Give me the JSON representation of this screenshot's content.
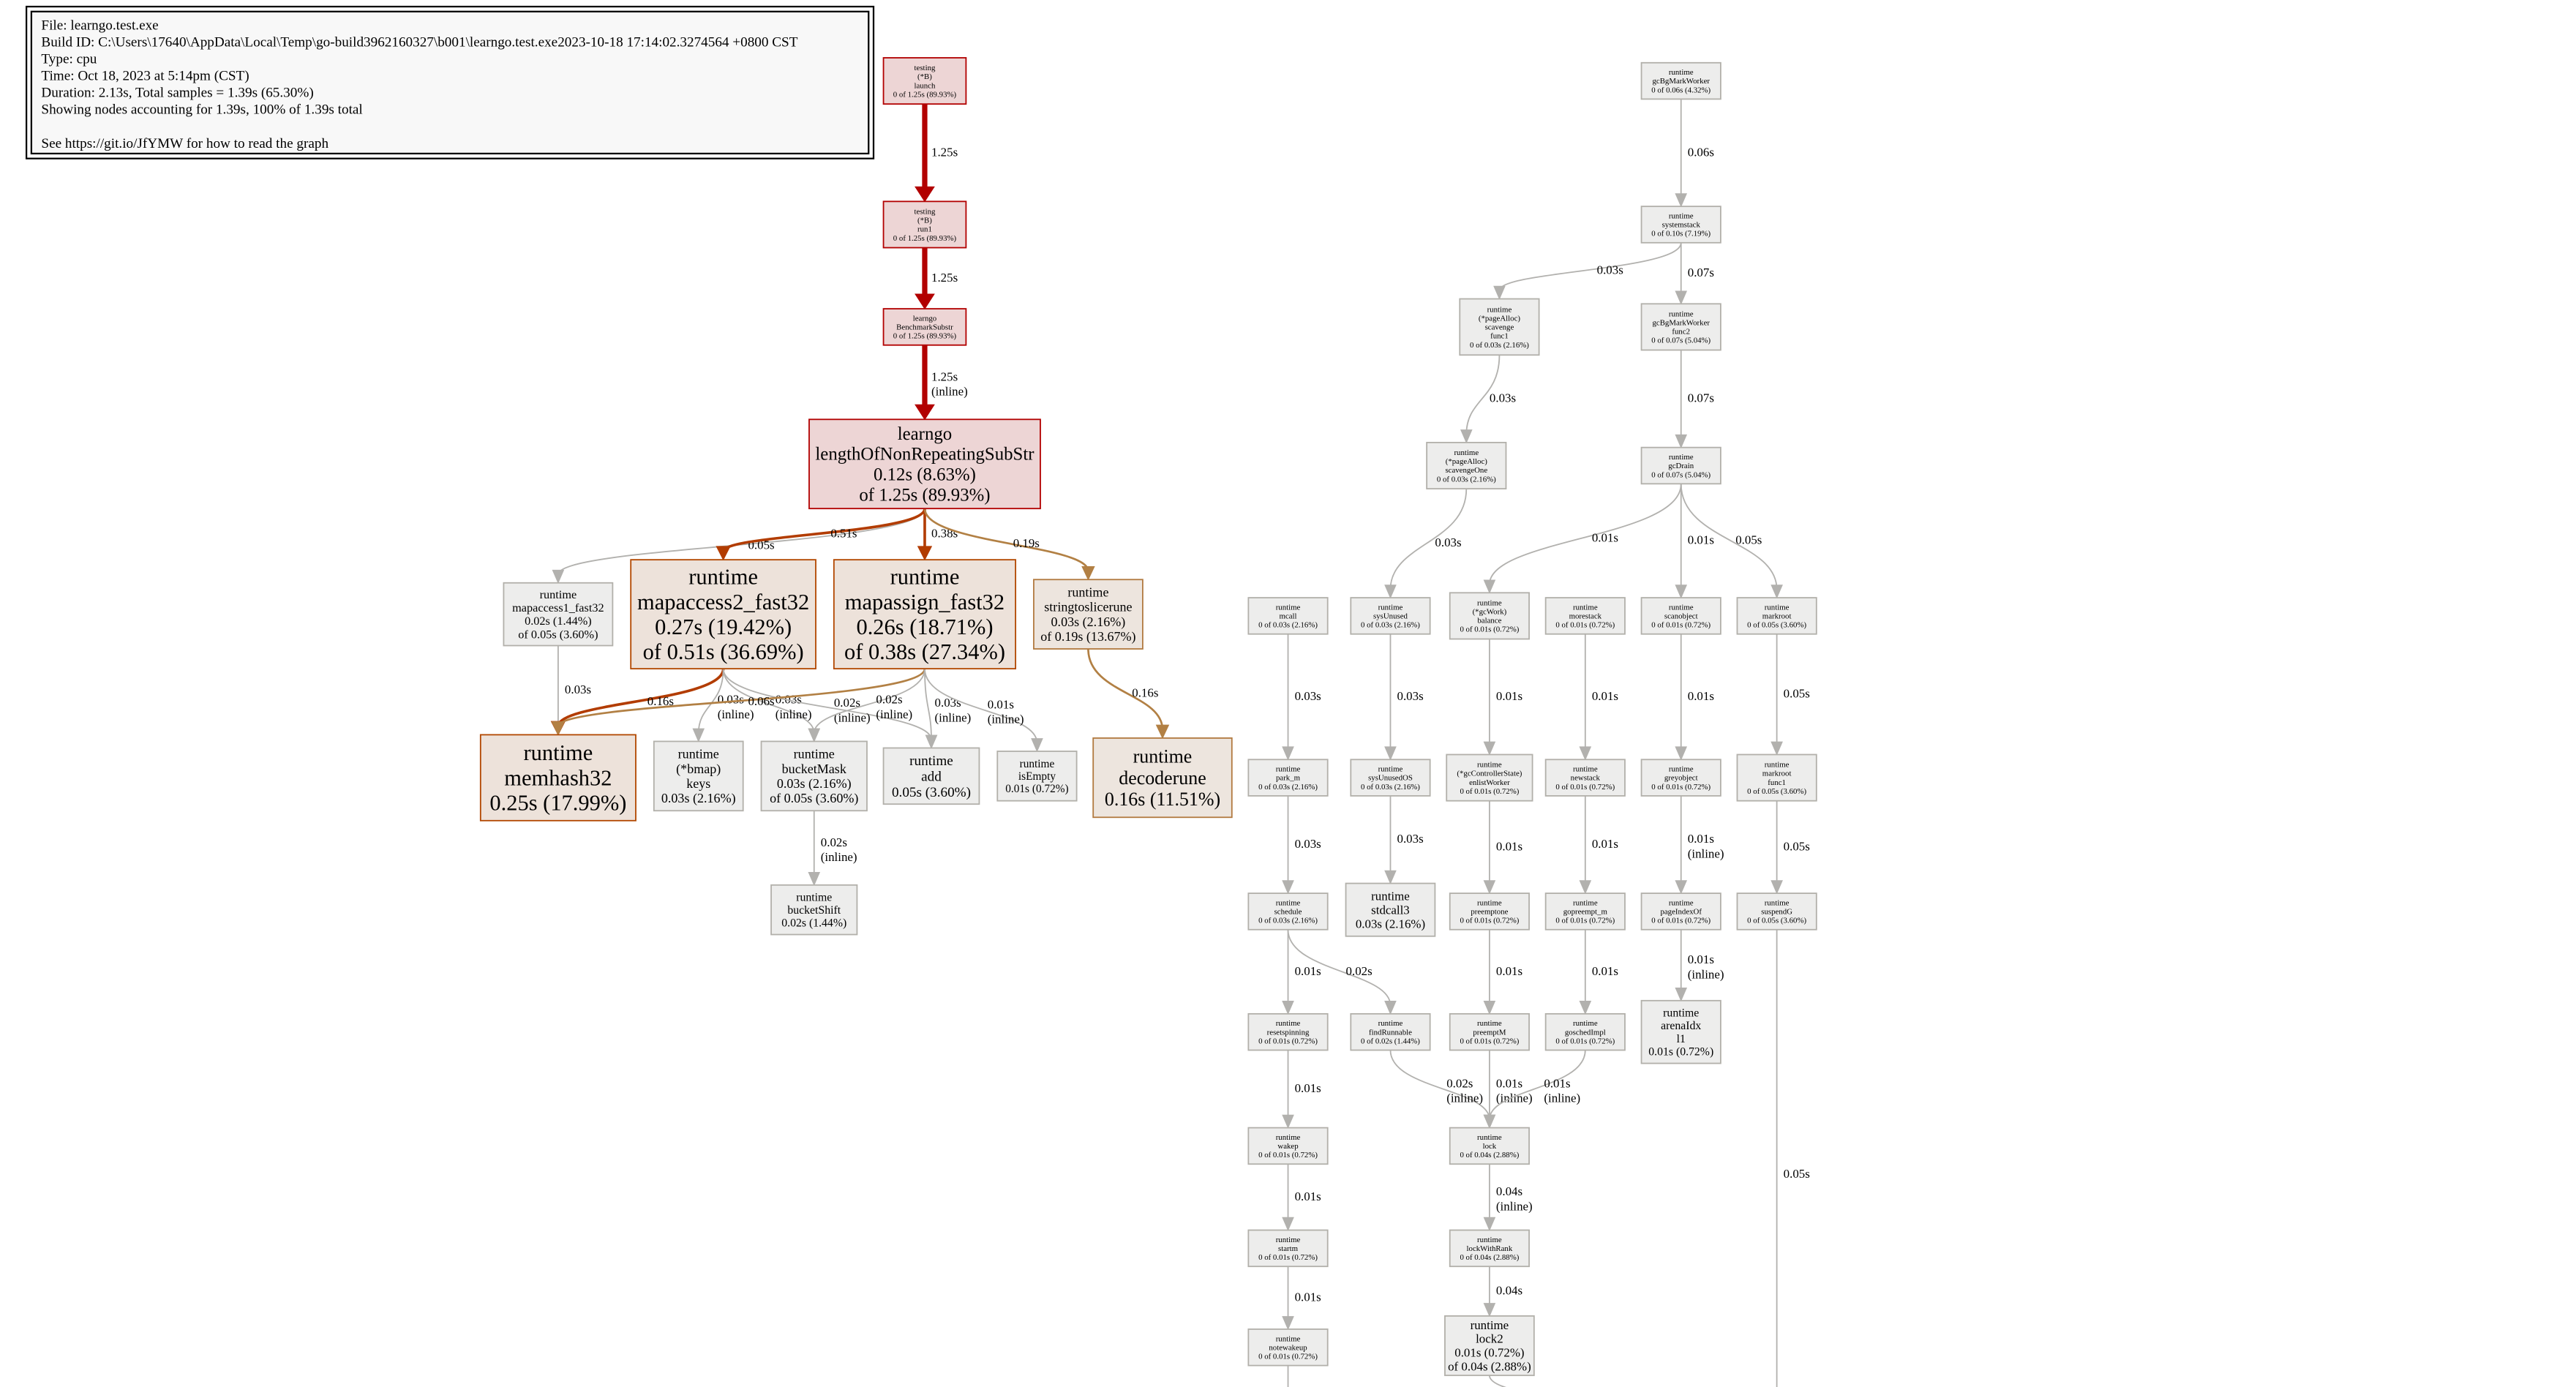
{
  "legend": [
    "File: learngo.test.exe",
    "Build ID: C:\\Users\\17640\\AppData\\Local\\Temp\\go-build3962160327\\b001\\learngo.test.exe2023-10-18 17:14:02.3274564 +0800 CST",
    "Type: cpu",
    "Time: Oct 18, 2023 at 5:14pm (CST)",
    "Duration: 2.13s, Total samples = 1.39s (65.30%)",
    "Showing nodes accounting for 1.39s, 100% of 1.39s total",
    "",
    "See https://git.io/JfYMW for how to read the graph"
  ],
  "colors": {
    "hot_fill": "#edd5d5",
    "hot_stroke": "#b20000",
    "warm_fill": "#ede2da",
    "warm_stroke": "#b24700",
    "mid_fill": "#ede5de",
    "mid_stroke": "#b27a40",
    "cold_fill": "#ededec",
    "cold_stroke": "#b2b0aa",
    "hot_edge": "#b20000",
    "warm_edge": "#b23c00",
    "mid_edge": "#b28044",
    "cold_edge": "#b2b1ae"
  },
  "nodes": [
    {
      "id": "tr_launch",
      "lines": [
        "testing",
        "(*B)",
        "launch",
        "0 of 1.25s (89.93%)"
      ],
      "kind": "hot"
    },
    {
      "id": "tr_run1",
      "lines": [
        "testing",
        "(*B)",
        "run1",
        "0 of 1.25s (89.93%)"
      ],
      "kind": "hot"
    },
    {
      "id": "bench",
      "lines": [
        "learngo",
        "BenchmarkSubstr",
        "0 of 1.25s (89.93%)"
      ],
      "kind": "hot"
    },
    {
      "id": "lnrs",
      "lines": [
        "learngo",
        "lengthOfNonRepeatingSubStr",
        "0.12s (8.63%)",
        "of 1.25s (89.93%)"
      ],
      "kind": "hot"
    },
    {
      "id": "mapaccess1",
      "lines": [
        "runtime",
        "mapaccess1_fast32",
        "0.02s (1.44%)",
        "of 0.05s (3.60%)"
      ],
      "kind": "cold"
    },
    {
      "id": "mapaccess2",
      "lines": [
        "runtime",
        "mapaccess2_fast32",
        "0.27s (19.42%)",
        "of 0.51s (36.69%)"
      ],
      "kind": "warm"
    },
    {
      "id": "mapassign",
      "lines": [
        "runtime",
        "mapassign_fast32",
        "0.26s (18.71%)",
        "of 0.38s (27.34%)"
      ],
      "kind": "warm"
    },
    {
      "id": "stringtoslice",
      "lines": [
        "runtime",
        "stringtoslicerune",
        "0.03s (2.16%)",
        "of 0.19s (13.67%)"
      ],
      "kind": "mid"
    },
    {
      "id": "memhash32",
      "lines": [
        "runtime",
        "memhash32",
        "0.25s (17.99%)"
      ],
      "kind": "warm"
    },
    {
      "id": "bmapkeys",
      "lines": [
        "runtime",
        "(*bmap)",
        "keys",
        "0.03s (2.16%)"
      ],
      "kind": "cold"
    },
    {
      "id": "bucketmask",
      "lines": [
        "runtime",
        "bucketMask",
        "0.03s (2.16%)",
        "of 0.05s (3.60%)"
      ],
      "kind": "cold"
    },
    {
      "id": "add",
      "lines": [
        "runtime",
        "add",
        "0.05s (3.60%)"
      ],
      "kind": "cold"
    },
    {
      "id": "isempty",
      "lines": [
        "runtime",
        "isEmpty",
        "0.01s (0.72%)"
      ],
      "kind": "cold"
    },
    {
      "id": "decoderune",
      "lines": [
        "runtime",
        "decoderune",
        "0.16s (11.51%)"
      ],
      "kind": "mid"
    },
    {
      "id": "bucketshift",
      "lines": [
        "runtime",
        "bucketShift",
        "0.02s (1.44%)"
      ],
      "kind": "cold"
    },
    {
      "id": "gcbgmark",
      "lines": [
        "runtime",
        "gcBgMarkWorker",
        "0 of 0.06s (4.32%)"
      ],
      "kind": "cold"
    },
    {
      "id": "systemstack",
      "lines": [
        "runtime",
        "systemstack",
        "0 of 0.10s (7.19%)"
      ],
      "kind": "cold"
    },
    {
      "id": "scavenge",
      "lines": [
        "runtime",
        "(*pageAlloc)",
        "scavenge",
        "func1",
        "0 of 0.03s (2.16%)"
      ],
      "kind": "cold"
    },
    {
      "id": "gcbgfunc2",
      "lines": [
        "runtime",
        "gcBgMarkWorker",
        "func2",
        "0 of 0.07s (5.04%)"
      ],
      "kind": "cold"
    },
    {
      "id": "scavengeone",
      "lines": [
        "runtime",
        "(*pageAlloc)",
        "scavengeOne",
        "0 of 0.03s (2.16%)"
      ],
      "kind": "cold"
    },
    {
      "id": "gcdrain",
      "lines": [
        "runtime",
        "gcDrain",
        "0 of 0.07s (5.04%)"
      ],
      "kind": "cold"
    },
    {
      "id": "mcall",
      "lines": [
        "runtime",
        "mcall",
        "0 of 0.03s (2.16%)"
      ],
      "kind": "cold"
    },
    {
      "id": "sysunused",
      "lines": [
        "runtime",
        "sysUnused",
        "0 of 0.03s (2.16%)"
      ],
      "kind": "cold"
    },
    {
      "id": "balance",
      "lines": [
        "runtime",
        "(*gcWork)",
        "balance",
        "0 of 0.01s (0.72%)"
      ],
      "kind": "cold"
    },
    {
      "id": "morestack",
      "lines": [
        "runtime",
        "morestack",
        "0 of 0.01s (0.72%)"
      ],
      "kind": "cold"
    },
    {
      "id": "scanobject",
      "lines": [
        "runtime",
        "scanobject",
        "0 of 0.01s (0.72%)"
      ],
      "kind": "cold"
    },
    {
      "id": "markroot",
      "lines": [
        "runtime",
        "markroot",
        "0 of 0.05s (3.60%)"
      ],
      "kind": "cold"
    },
    {
      "id": "parkm",
      "lines": [
        "runtime",
        "park_m",
        "0 of 0.03s (2.16%)"
      ],
      "kind": "cold"
    },
    {
      "id": "sysunusedos",
      "lines": [
        "runtime",
        "sysUnusedOS",
        "0 of 0.03s (2.16%)"
      ],
      "kind": "cold"
    },
    {
      "id": "enliswork",
      "lines": [
        "runtime",
        "(*gcControllerState)",
        "enlistWorker",
        "0 of 0.01s (0.72%)"
      ],
      "kind": "cold"
    },
    {
      "id": "newstack",
      "lines": [
        "runtime",
        "newstack",
        "0 of 0.01s (0.72%)"
      ],
      "kind": "cold"
    },
    {
      "id": "greyobject",
      "lines": [
        "runtime",
        "greyobject",
        "0 of 0.01s (0.72%)"
      ],
      "kind": "cold"
    },
    {
      "id": "markrootfunc1",
      "lines": [
        "runtime",
        "markroot",
        "func1",
        "0 of 0.05s (3.60%)"
      ],
      "kind": "cold"
    },
    {
      "id": "schedule",
      "lines": [
        "runtime",
        "schedule",
        "0 of 0.03s (2.16%)"
      ],
      "kind": "cold"
    },
    {
      "id": "stdcall3",
      "lines": [
        "runtime",
        "stdcall3",
        "0.03s (2.16%)"
      ],
      "kind": "cold"
    },
    {
      "id": "preemptone",
      "lines": [
        "runtime",
        "preemptone",
        "0 of 0.01s (0.72%)"
      ],
      "kind": "cold"
    },
    {
      "id": "gopreemptm",
      "lines": [
        "runtime",
        "gopreempt_m",
        "0 of 0.01s (0.72%)"
      ],
      "kind": "cold"
    },
    {
      "id": "pageindexof",
      "lines": [
        "runtime",
        "pageIndexOf",
        "0 of 0.01s (0.72%)"
      ],
      "kind": "cold"
    },
    {
      "id": "suspendg",
      "lines": [
        "runtime",
        "suspendG",
        "0 of 0.05s (3.60%)"
      ],
      "kind": "cold"
    },
    {
      "id": "resetspinning",
      "lines": [
        "runtime",
        "resetspinning",
        "0 of 0.01s (0.72%)"
      ],
      "kind": "cold"
    },
    {
      "id": "findrunnable",
      "lines": [
        "runtime",
        "findRunnable",
        "0 of 0.02s (1.44%)"
      ],
      "kind": "cold"
    },
    {
      "id": "preemptm",
      "lines": [
        "runtime",
        "preemptM",
        "0 of 0.01s (0.72%)"
      ],
      "kind": "cold"
    },
    {
      "id": "goschedimpl",
      "lines": [
        "runtime",
        "goschedImpl",
        "0 of 0.01s (0.72%)"
      ],
      "kind": "cold"
    },
    {
      "id": "arenaidx",
      "lines": [
        "runtime",
        "arenaIdx",
        "l1",
        "0.01s (0.72%)"
      ],
      "kind": "cold"
    },
    {
      "id": "wakep",
      "lines": [
        "runtime",
        "wakep",
        "0 of 0.01s (0.72%)"
      ],
      "kind": "cold"
    },
    {
      "id": "lock",
      "lines": [
        "runtime",
        "lock",
        "0 of 0.04s (2.88%)"
      ],
      "kind": "cold"
    },
    {
      "id": "startm",
      "lines": [
        "runtime",
        "startm",
        "0 of 0.01s (0.72%)"
      ],
      "kind": "cold"
    },
    {
      "id": "lockwithrank",
      "lines": [
        "runtime",
        "lockWithRank",
        "0 of 0.04s (2.88%)"
      ],
      "kind": "cold"
    },
    {
      "id": "notewakeup",
      "lines": [
        "runtime",
        "notewakeup",
        "0 of 0.01s (0.72%)"
      ],
      "kind": "cold"
    },
    {
      "id": "lock2",
      "lines": [
        "runtime",
        "lock2",
        "0.01s (0.72%)",
        "of 0.04s (2.88%)"
      ],
      "kind": "cold"
    }
  ],
  "edges": [
    {
      "from": "tr_launch",
      "to": "tr_run1",
      "label": [
        "1.25s"
      ],
      "kind": "hot"
    },
    {
      "from": "tr_run1",
      "to": "bench",
      "label": [
        "1.25s"
      ],
      "kind": "hot"
    },
    {
      "from": "bench",
      "to": "lnrs",
      "label": [
        "1.25s",
        "(inline)"
      ],
      "kind": "hot"
    },
    {
      "from": "lnrs",
      "to": "mapaccess1",
      "label": [
        "0.05s"
      ],
      "kind": "cold"
    },
    {
      "from": "lnrs",
      "to": "mapaccess2",
      "label": [
        "0.51s"
      ],
      "kind": "warm"
    },
    {
      "from": "lnrs",
      "to": "mapassign",
      "label": [
        "0.38s"
      ],
      "kind": "warm"
    },
    {
      "from": "lnrs",
      "to": "stringtoslice",
      "label": [
        "0.19s"
      ],
      "kind": "mid"
    },
    {
      "from": "mapaccess1",
      "to": "memhash32",
      "label": [
        "0.03s"
      ],
      "kind": "cold"
    },
    {
      "from": "mapaccess2",
      "to": "memhash32",
      "label": [
        "0.16s"
      ],
      "kind": "warm"
    },
    {
      "from": "mapaccess2",
      "to": "bmapkeys",
      "label": [
        "0.03s",
        "(inline)"
      ],
      "kind": "cold"
    },
    {
      "from": "mapaccess2",
      "to": "bucketmask",
      "label": [
        "0.03s",
        "(inline)"
      ],
      "kind": "cold"
    },
    {
      "from": "mapaccess2",
      "to": "add",
      "label": [
        "0.02s",
        "(inline)"
      ],
      "kind": "cold"
    },
    {
      "from": "mapassign",
      "to": "memhash32",
      "label": [
        "0.06s"
      ],
      "kind": "mid"
    },
    {
      "from": "mapassign",
      "to": "bucketmask",
      "label": [
        "0.02s",
        "(inline)"
      ],
      "kind": "cold"
    },
    {
      "from": "mapassign",
      "to": "add",
      "label": [
        "0.03s",
        "(inline)"
      ],
      "kind": "cold"
    },
    {
      "from": "mapassign",
      "to": "isempty",
      "label": [
        "0.01s",
        "(inline)"
      ],
      "kind": "cold"
    },
    {
      "from": "stringtoslice",
      "to": "decoderune",
      "label": [
        "0.16s"
      ],
      "kind": "mid"
    },
    {
      "from": "bucketmask",
      "to": "bucketshift",
      "label": [
        "0.02s",
        "(inline)"
      ],
      "kind": "cold"
    },
    {
      "from": "gcbgmark",
      "to": "systemstack",
      "label": [
        "0.06s"
      ],
      "kind": "cold"
    },
    {
      "from": "systemstack",
      "to": "scavenge",
      "label": [
        "0.03s"
      ],
      "kind": "cold"
    },
    {
      "from": "systemstack",
      "to": "gcbgfunc2",
      "label": [
        "0.07s"
      ],
      "kind": "cold"
    },
    {
      "from": "scavenge",
      "to": "scavengeone",
      "label": [
        "0.03s"
      ],
      "kind": "cold"
    },
    {
      "from": "gcbgfunc2",
      "to": "gcdrain",
      "label": [
        "0.07s"
      ],
      "kind": "cold"
    },
    {
      "from": "scavengeone",
      "to": "sysunused",
      "label": [
        "0.03s"
      ],
      "kind": "cold"
    },
    {
      "from": "gcdrain",
      "to": "balance",
      "label": [
        "0.01s"
      ],
      "kind": "cold"
    },
    {
      "from": "gcdrain",
      "to": "scanobject",
      "label": [
        "0.01s"
      ],
      "kind": "cold"
    },
    {
      "from": "gcdrain",
      "to": "markroot",
      "label": [
        "0.05s"
      ],
      "kind": "cold"
    },
    {
      "from": "mcall",
      "to": "parkm",
      "label": [
        "0.03s"
      ],
      "kind": "cold"
    },
    {
      "from": "sysunused",
      "to": "sysunusedos",
      "label": [
        "0.03s"
      ],
      "kind": "cold"
    },
    {
      "from": "balance",
      "to": "enliswork",
      "label": [
        "0.01s"
      ],
      "kind": "cold"
    },
    {
      "from": "morestack",
      "to": "newstack",
      "label": [
        "0.01s"
      ],
      "kind": "cold"
    },
    {
      "from": "scanobject",
      "to": "greyobject",
      "label": [
        "0.01s"
      ],
      "kind": "cold"
    },
    {
      "from": "markroot",
      "to": "markrootfunc1",
      "label": [
        "0.05s"
      ],
      "kind": "cold"
    },
    {
      "from": "parkm",
      "to": "schedule",
      "label": [
        "0.03s"
      ],
      "kind": "cold"
    },
    {
      "from": "sysunusedos",
      "to": "stdcall3",
      "label": [
        "0.03s"
      ],
      "kind": "cold"
    },
    {
      "from": "enliswork",
      "to": "preemptone",
      "label": [
        "0.01s"
      ],
      "kind": "cold"
    },
    {
      "from": "newstack",
      "to": "gopreemptm",
      "label": [
        "0.01s"
      ],
      "kind": "cold"
    },
    {
      "from": "greyobject",
      "to": "pageindexof",
      "label": [
        "0.01s",
        "(inline)"
      ],
      "kind": "cold"
    },
    {
      "from": "markrootfunc1",
      "to": "suspendg",
      "label": [
        "0.05s"
      ],
      "kind": "cold"
    },
    {
      "from": "schedule",
      "to": "resetspinning",
      "label": [
        "0.01s"
      ],
      "kind": "cold"
    },
    {
      "from": "schedule",
      "to": "findrunnable",
      "label": [
        "0.02s"
      ],
      "kind": "cold"
    },
    {
      "from": "preemptone",
      "to": "preemptm",
      "label": [
        "0.01s"
      ],
      "kind": "cold"
    },
    {
      "from": "gopreemptm",
      "to": "goschedimpl",
      "label": [
        "0.01s"
      ],
      "kind": "cold"
    },
    {
      "from": "pageindexof",
      "to": "arenaidx",
      "label": [
        "0.01s",
        "(inline)"
      ],
      "kind": "cold"
    },
    {
      "from": "resetspinning",
      "to": "wakep",
      "label": [
        "0.01s"
      ],
      "kind": "cold"
    },
    {
      "from": "findrunnable",
      "to": "lock",
      "label": [
        "0.02s",
        "(inline)"
      ],
      "kind": "cold"
    },
    {
      "from": "preemptm",
      "to": "lock",
      "label": [
        "0.01s",
        "(inline)"
      ],
      "kind": "cold"
    },
    {
      "from": "goschedimpl",
      "to": "lock",
      "label": [
        "0.01s",
        "(inline)"
      ],
      "kind": "cold"
    },
    {
      "from": "wakep",
      "to": "startm",
      "label": [
        "0.01s"
      ],
      "kind": "cold"
    },
    {
      "from": "lock",
      "to": "lockwithrank",
      "label": [
        "0.04s",
        "(inline)"
      ],
      "kind": "cold"
    },
    {
      "from": "startm",
      "to": "notewakeup",
      "label": [
        "0.01s"
      ],
      "kind": "cold"
    },
    {
      "from": "lockwithrank",
      "to": "lock2",
      "label": [
        "0.04s"
      ],
      "kind": "cold"
    },
    {
      "from": "suspendg",
      "to": "offscreen_bottom",
      "label": [
        "0.05s"
      ],
      "kind": "cold"
    },
    {
      "from": "notewakeup",
      "to": "offscreen_bottom2",
      "label": [],
      "kind": "cold"
    },
    {
      "from": "lock2",
      "to": "offscreen_bottom3",
      "label": [],
      "kind": "cold"
    }
  ]
}
